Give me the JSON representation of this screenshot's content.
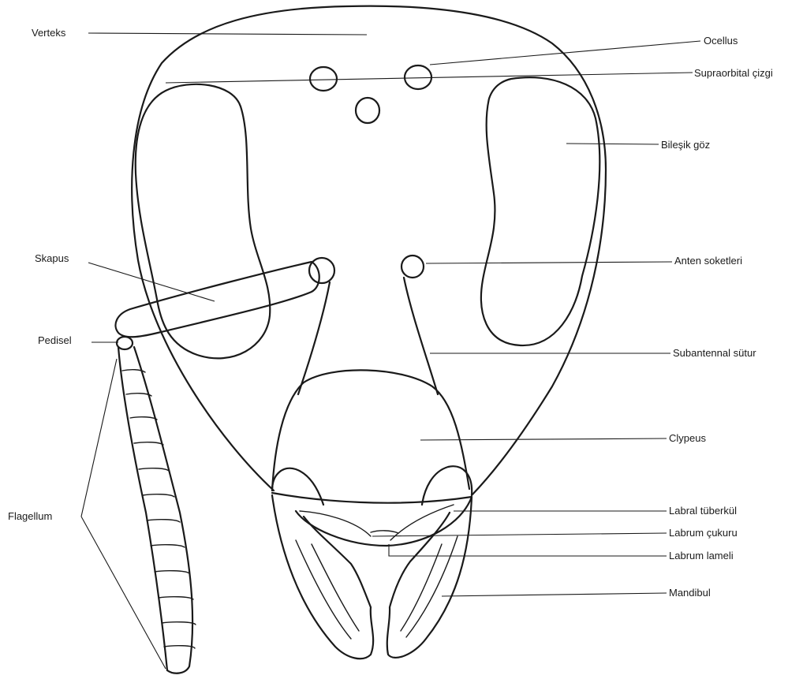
{
  "labels": {
    "verteks": "Verteks",
    "ocellus": "Ocellus",
    "supraorbital": "Supraorbital çizgi",
    "bilesik_goz": "Bileşik göz",
    "skapus": "Skapus",
    "anten_soketleri": "Anten soketleri",
    "pedisel": "Pedisel",
    "subantennal": "Subantennal sütur",
    "clypeus": "Clypeus",
    "flagellum": "Flagellum",
    "labral_tuberkul": "Labral tüberkül",
    "labrum_cukuru": "Labrum çukuru",
    "labrum_lameli": "Labrum lameli",
    "mandibul": "Mandibul"
  },
  "ink_color": "#1a1a1a"
}
